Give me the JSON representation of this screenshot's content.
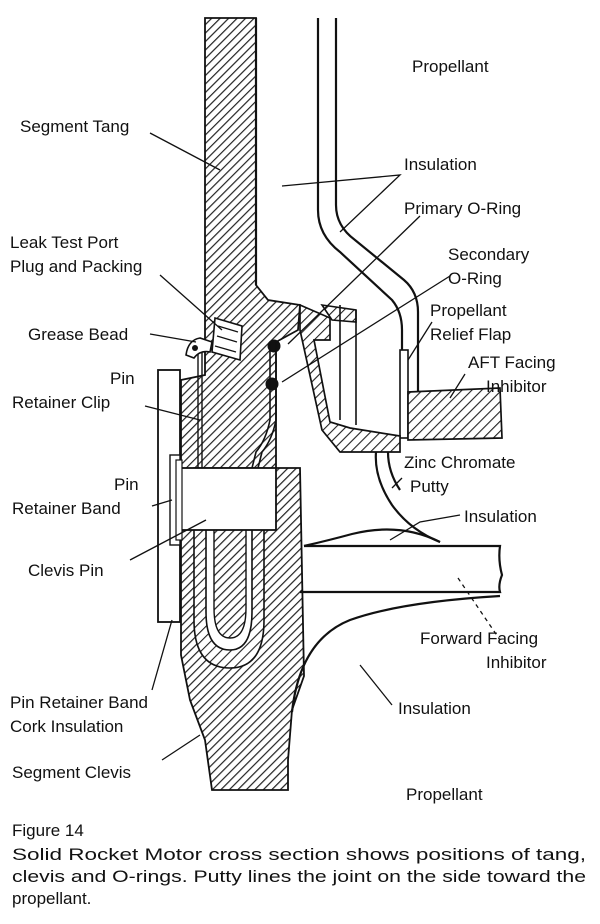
{
  "labels": {
    "propellant_top": "Propellant",
    "segment_tang": "Segment Tang",
    "insulation_1": "Insulation",
    "primary_oring": "Primary O-Ring",
    "leak_test_l1": "Leak Test Port",
    "leak_test_l2": "Plug and Packing",
    "secondary_l1": "Secondary",
    "secondary_l2": "O-Ring",
    "relief_l1": "Propellant",
    "relief_l2": "Relief Flap",
    "grease_bead": "Grease Bead",
    "aft_l1": "AFT Facing",
    "aft_l2": "Inhibitor",
    "clip_l1": "Pin",
    "clip_l2": "Retainer Clip",
    "zinc_l1": "Zinc Chromate",
    "zinc_l2": "Putty",
    "band_l1": "Pin",
    "band_l2": "Retainer Band",
    "insulation_2": "Insulation",
    "clevis_pin": "Clevis Pin",
    "fwd_l1": "Forward Facing",
    "fwd_l2": "Inhibitor",
    "cork_l1": "Pin Retainer Band",
    "cork_l2": "Cork Insulation",
    "insulation_3": "Insulation",
    "segment_clevis": "Segment Clevis",
    "propellant_bottom": "Propellant"
  },
  "caption": {
    "title": "Figure 14",
    "line1": "Solid Rocket Motor cross section shows positions of tang,",
    "line2": "clevis and O-rings. Putty lines the joint on the side toward the",
    "line3": "propellant."
  }
}
